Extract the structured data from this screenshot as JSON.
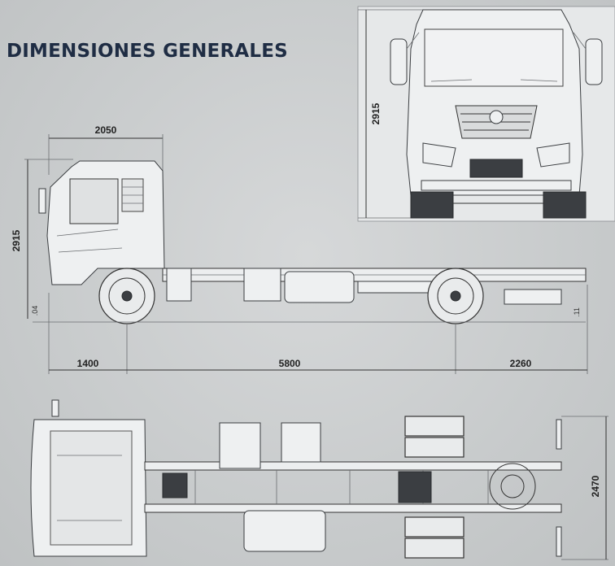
{
  "title": "DIMENSIONES GENERALES",
  "front_view": {
    "height_label": "2915"
  },
  "side_view": {
    "cab_length_label": "2050",
    "height_label": "2915",
    "front_overhang_label": "1400",
    "wheelbase_label": "5800",
    "rear_overhang_label": "2260"
  },
  "top_view": {
    "width_label": "2470"
  },
  "colors": {
    "background": "#c9cccd",
    "title": "#1f2d44",
    "line": "#333333"
  }
}
